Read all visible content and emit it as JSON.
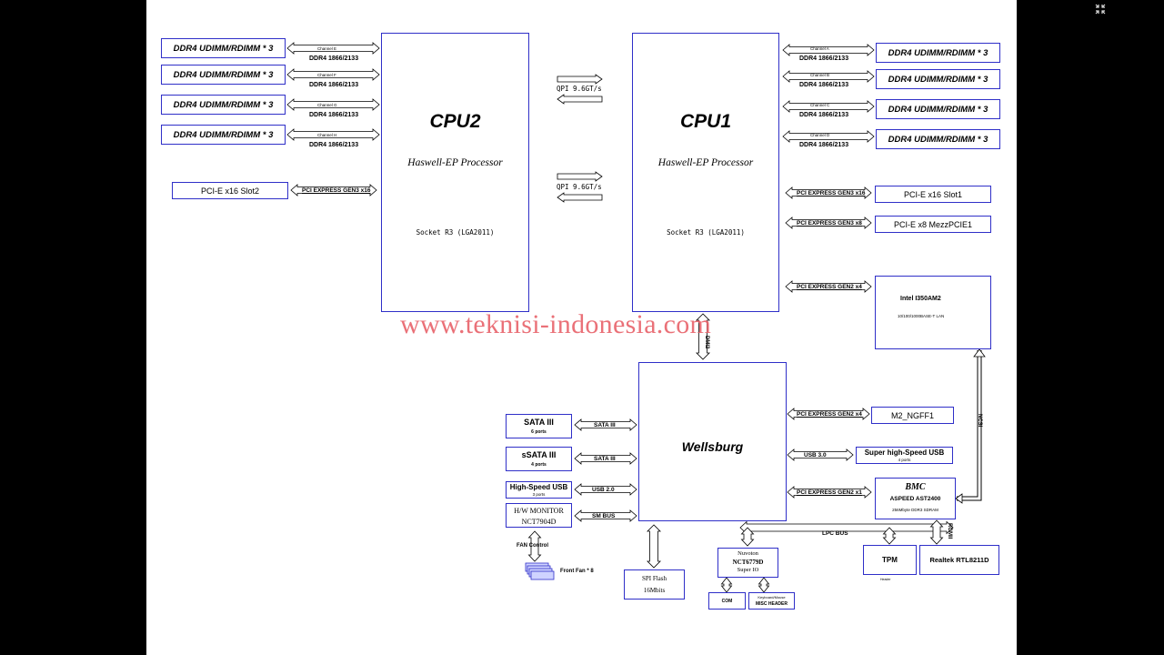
{
  "watermark": "www.teknisi-indonesia.com",
  "cpu2": {
    "title": "CPU2",
    "subtitle": "Haswell-EP Processor",
    "socket": "Socket R3 (LGA2011)"
  },
  "cpu1": {
    "title": "CPU1",
    "subtitle": "Haswell-EP Processor",
    "socket": "Socket R3 (LGA2011)"
  },
  "qpi": [
    "QPI 9.6GT/s",
    "QPI 9.6GT/s"
  ],
  "dimm_label": "DDR4 UDIMM/RDIMM * 3",
  "ddr_speed": "DDR4 1866/2133",
  "cpu2_channels": [
    "Channel E",
    "Channel F",
    "Channel G",
    "Channel H"
  ],
  "cpu1_channels": [
    "Channel A",
    "Channel B",
    "Channel C",
    "Channel D"
  ],
  "pcie_slot2": {
    "label": "PCI-E x16 Slot2",
    "link": "PCI EXPRESS GEN3 x16"
  },
  "pcie_slot1": {
    "label": "PCI-E x16 Slot1",
    "link": "PCI EXPRESS GEN3 x16"
  },
  "pcie_mezz": {
    "label": "PCI-E x8 MezzPCIE1",
    "link": "PCI EXPRESS GEN3 x8"
  },
  "lan": {
    "title": "Intel I350AM2",
    "detail": "10/100/1000BASE-T LAN",
    "link": "PCI EXPRESS GEN2 x4"
  },
  "dmi": "DMI2",
  "pch": {
    "title": "Wellsburg"
  },
  "sata": {
    "title": "SATA III",
    "ports": "6 ports",
    "link": "SATA III"
  },
  "ssata": {
    "title": "sSATA III",
    "ports": "4 ports",
    "link": "SATA III"
  },
  "hsusb": {
    "title": "High-Speed USB",
    "ports": "3 ports",
    "link": "USB 2.0"
  },
  "hwmon": {
    "line1": "H/W MONITOR",
    "line2": "NCT7904D",
    "link": "SM BUS"
  },
  "fan": {
    "control": "FAN Control",
    "label": "Front Fan * 8"
  },
  "spi": {
    "line1": "SPI Flash",
    "line2": "16Mbits"
  },
  "m2": {
    "label": "M2_NGFF1",
    "link": "PCI EXPRESS GEN2 x4"
  },
  "usb3": {
    "title": "Super high-Speed USB",
    "ports": "4 ports",
    "link": "USB 3.0"
  },
  "bmc": {
    "title": "BMC",
    "chip": "ASPEED AST2400",
    "memory": "256Mbyte DDR3 SDRAM",
    "link": "PCI EXPRESS GEN2 x1"
  },
  "ncsi": "NCSI",
  "rgmii": "RGMII",
  "lpc": "LPC BUS",
  "superio": {
    "line1": "Nuvoton",
    "line2": "NCT6779D",
    "line3": "Super IO"
  },
  "com": "COM",
  "kbms": {
    "line1": "Keyboard/Mouse",
    "line2": "MISC HEADER"
  },
  "tpm": {
    "label": "TPM",
    "note": "Header"
  },
  "realtek": "Realtek RTL8211D"
}
